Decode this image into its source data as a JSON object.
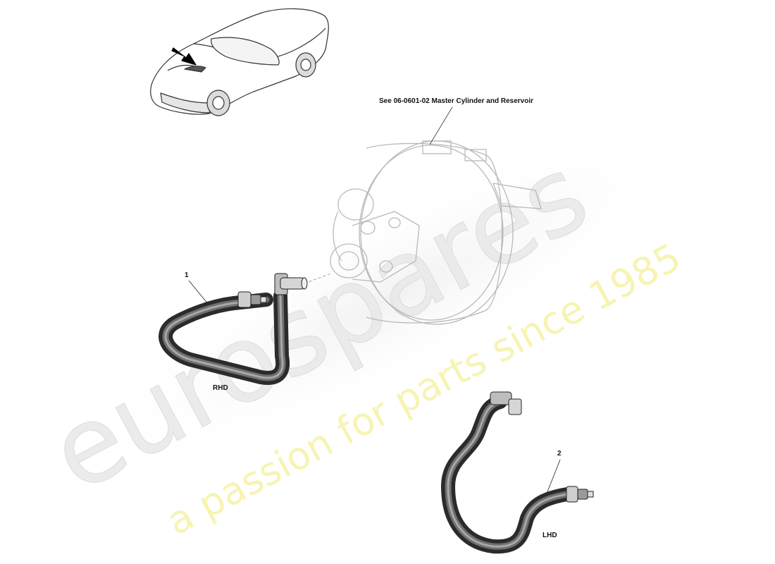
{
  "watermark": {
    "brand": "eurospares",
    "tagline": "a passion for parts since 1985",
    "brand_color": "#e6e6e6",
    "tagline_color": "#f4f1a6"
  },
  "callouts": {
    "reference": "See 06-0601-02 Master Cylinder and Reservoir",
    "item1": "1",
    "item2": "2",
    "variant_rhd": "RHD",
    "variant_lhd": "LHD"
  },
  "colors": {
    "hose_dark": "#3c3c3c",
    "hose_mid": "#6a6a6a",
    "hose_light": "#9a9a9a",
    "ghost_line": "#b9b9b9",
    "line": "#222222"
  }
}
